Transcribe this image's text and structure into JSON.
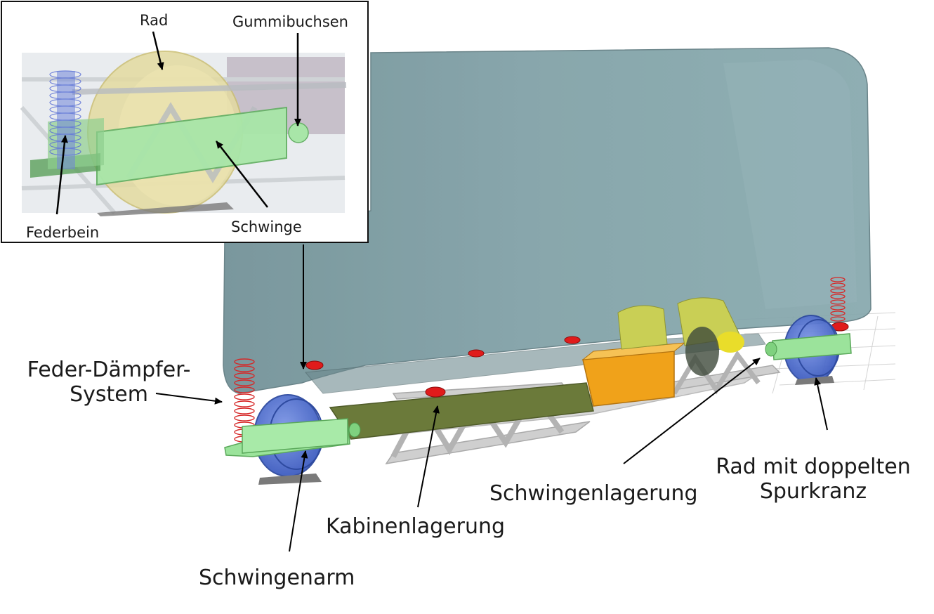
{
  "labels": {
    "feder_daempfer_line1": "Feder-Dämpfer-",
    "feder_daempfer_line2": "System",
    "schwingenarm": "Schwingenarm",
    "kabinenlagerung": "Kabinenlagerung",
    "schwingenlagerung": "Schwingenlagerung",
    "rad_doppelt_line1": "Rad mit doppelten",
    "rad_doppelt_line2": "Spurkranz"
  },
  "inset": {
    "rad": "Rad",
    "gummibuchsen": "Gummibuchsen",
    "federbein": "Federbein",
    "schwinge": "Schwinge"
  },
  "colors": {
    "cabin": "#7f9ea3",
    "arm": "#9be39b",
    "wheel": "#5a7ad6",
    "spring": "#d62828",
    "bearing": "#e01b1b",
    "frame": "#c8c8c8",
    "tank": "#6b7a3a",
    "box": "#f0a21a",
    "cylinder": "#c9cf55"
  }
}
